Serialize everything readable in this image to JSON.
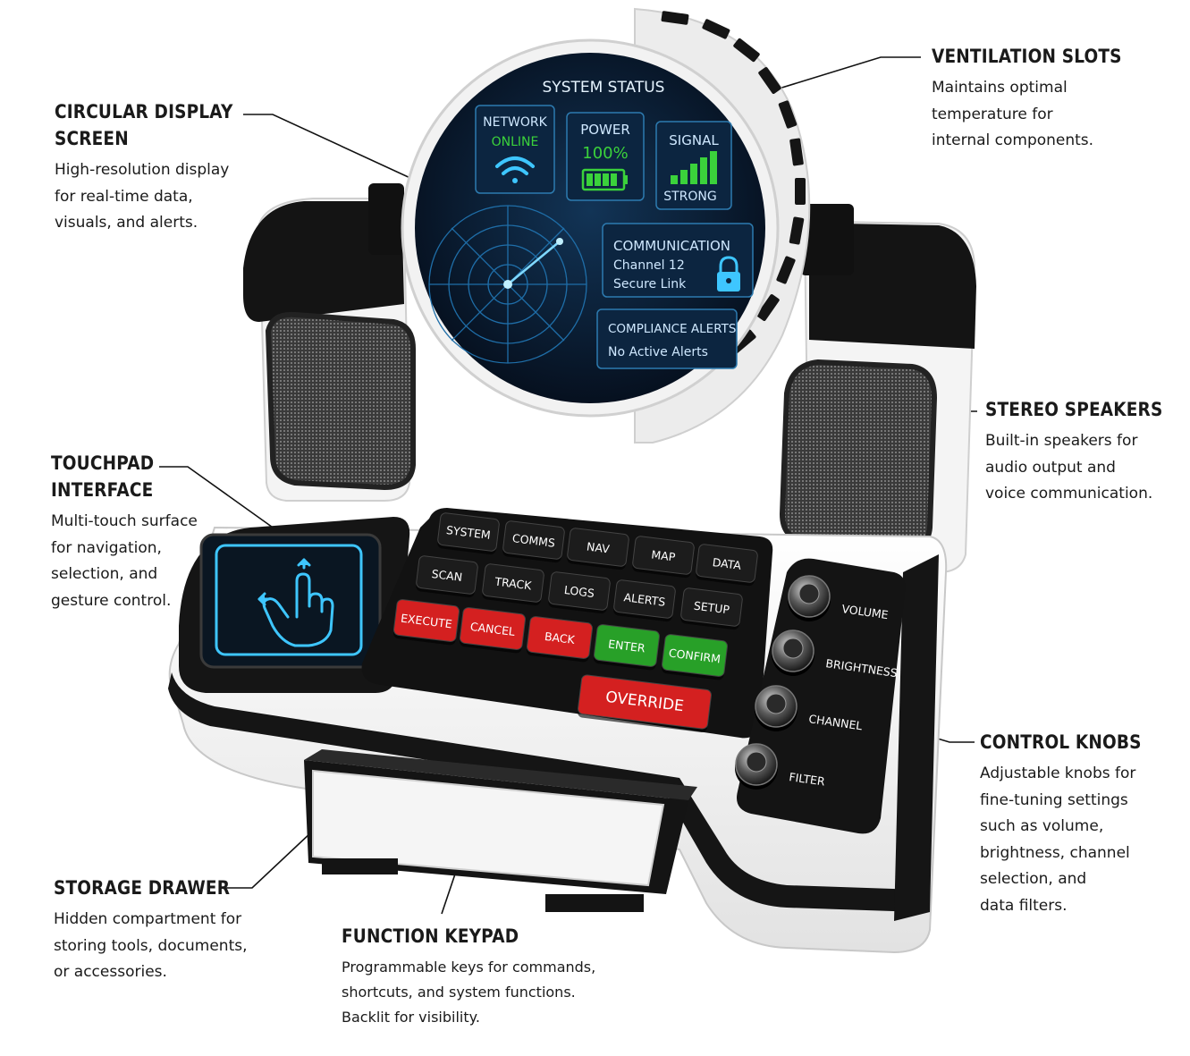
{
  "callouts": {
    "circular_display": {
      "title_line1": "CIRCULAR DISPLAY",
      "title_line2": "SCREEN",
      "desc": [
        "High-resolution display",
        "for real-time data,",
        "visuals, and alerts."
      ]
    },
    "ventilation": {
      "title": "VENTILATION SLOTS",
      "desc": [
        "Maintains optimal",
        "temperature for",
        "internal components."
      ]
    },
    "speakers": {
      "title": "STEREO SPEAKERS",
      "desc": [
        "Built-in speakers for",
        "audio output and",
        "voice communication."
      ]
    },
    "touchpad": {
      "title_line1": "TOUCHPAD",
      "title_line2": "INTERFACE",
      "desc": [
        "Multi-touch surface",
        "for navigation,",
        "selection, and",
        "gesture control."
      ]
    },
    "knobs": {
      "title": "CONTROL KNOBS",
      "desc": [
        "Adjustable knobs for",
        "fine-tuning settings",
        "such as volume,",
        "brightness, channel",
        "selection, and",
        "data filters."
      ]
    },
    "drawer": {
      "title": "STORAGE DRAWER",
      "desc": [
        "Hidden compartment for",
        "storing tools, documents,",
        "or accessories."
      ]
    },
    "keypad": {
      "title": "FUNCTION KEYPAD",
      "desc": [
        "Programmable keys for commands,",
        "shortcuts, and system functions.",
        "Backlit for visibility."
      ]
    }
  },
  "screen": {
    "title": "SYSTEM STATUS",
    "network": {
      "label": "NETWORK",
      "value": "ONLINE"
    },
    "power": {
      "label": "POWER",
      "value": "100%"
    },
    "signal": {
      "label": "SIGNAL",
      "value": "STRONG"
    },
    "communication": {
      "label": "COMMUNICATION",
      "line1": "Channel 12",
      "line2": "Secure Link"
    },
    "compliance": {
      "label": "COMPLIANCE ALERTS",
      "line1": "No Active Alerts"
    }
  },
  "keypad": {
    "row1": [
      "SYSTEM",
      "COMMS",
      "NAV",
      "MAP",
      "DATA"
    ],
    "row2": [
      "SCAN",
      "TRACK",
      "LOGS",
      "ALERTS",
      "SETUP"
    ],
    "row3": [
      "EXECUTE",
      "CANCEL",
      "BACK",
      "ENTER",
      "CONFIRM"
    ],
    "override": "OVERRIDE"
  },
  "knobs": [
    "VOLUME",
    "BRIGHTNESS",
    "CHANNEL",
    "FILTER"
  ],
  "colors": {
    "screen_bg": "#0a1a2e",
    "screen_accent": "#3ec6ff",
    "green": "#3bd23b",
    "red_key": "#d42020",
    "green_key": "#28a028",
    "dark_key": "#1c1c1c",
    "body_white": "#f2f2f2",
    "body_black": "#151515"
  },
  "icons": [
    "wifi-icon",
    "battery-icon",
    "signal-bars-icon",
    "lock-icon",
    "radar-icon",
    "hand-swipe-icon"
  ]
}
